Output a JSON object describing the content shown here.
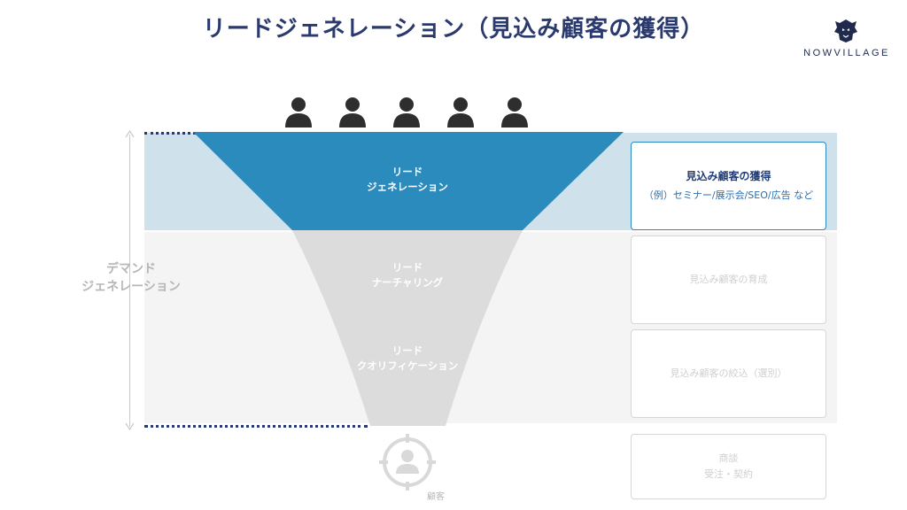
{
  "title": "リードジェネレーション（見込み顧客の獲得）",
  "logo": {
    "text": "NOWVILLAGE",
    "icon": "lion-head-icon"
  },
  "side_label": {
    "line1": "デマンド",
    "line2": "ジェネレーション"
  },
  "funnel": {
    "stages": [
      {
        "line1": "リード",
        "line2": "ジェネレーション",
        "color": "#2b8bbd"
      },
      {
        "line1": "リード",
        "line2": "ナーチャリング",
        "color": "#dcdcdc"
      },
      {
        "line1": "リード",
        "line2": "クオリフィケーション",
        "color": "#dcdcdc"
      }
    ],
    "people_count": 5,
    "customer_label": "顧客"
  },
  "boxes": {
    "active": {
      "title": "見込み顧客の獲得",
      "sub": "（例）セミナー/展示会/SEO/広告 など"
    },
    "nurture": "見込み顧客の育成",
    "qualify": "見込み顧客の絞込（選別）",
    "deal": {
      "line1": "商談",
      "line2": "受注・契約"
    }
  },
  "colors": {
    "accent": "#2b8bbd",
    "band_top": "#cfe2ec",
    "band_mid": "#f4f4f4",
    "navy": "#2b3a6e"
  }
}
